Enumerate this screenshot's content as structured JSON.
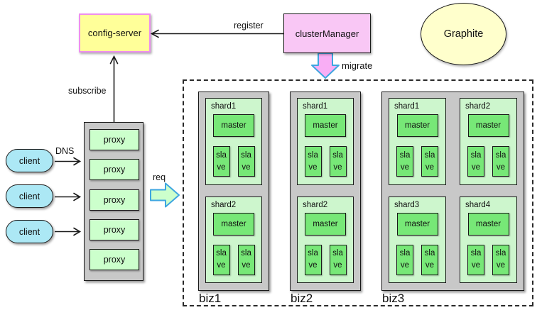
{
  "nodes": {
    "config_server": "config-server",
    "cluster_manager": "clusterManager",
    "graphite": "Graphite"
  },
  "edge_labels": {
    "register": "register",
    "subscribe": "subscribe",
    "migrate": "migrate",
    "dns": "DNS",
    "req": "req"
  },
  "clients": [
    {
      "label": "client"
    },
    {
      "label": "client"
    },
    {
      "label": "client"
    }
  ],
  "proxy_stack": {
    "items": [
      {
        "label": "proxy"
      },
      {
        "label": "proxy"
      },
      {
        "label": "proxy"
      },
      {
        "label": "proxy"
      },
      {
        "label": "proxy"
      }
    ]
  },
  "clusters": [
    {
      "name": "biz1",
      "shards": [
        {
          "name": "shard1",
          "master": "master",
          "slaves": [
            "slave",
            "slave"
          ]
        },
        {
          "name": "shard2",
          "master": "master",
          "slaves": [
            "slave",
            "slave"
          ]
        }
      ]
    },
    {
      "name": "biz2",
      "shards": [
        {
          "name": "shard1",
          "master": "master",
          "slaves": [
            "slave",
            "slave"
          ]
        },
        {
          "name": "shard2",
          "master": "master",
          "slaves": [
            "slave",
            "slave"
          ]
        }
      ]
    },
    {
      "name": "biz3",
      "shards": [
        {
          "name": "shard1",
          "master": "master",
          "slaves": [
            "slave",
            "slave"
          ]
        },
        {
          "name": "shard2",
          "master": "master",
          "slaves": [
            "slave",
            "slave"
          ]
        },
        {
          "name": "shard3",
          "master": "master",
          "slaves": [
            "slave",
            "slave"
          ]
        },
        {
          "name": "shard4",
          "master": "master",
          "slaves": [
            "slave",
            "slave"
          ]
        }
      ]
    }
  ],
  "colors": {
    "config_server_fill": "#ffff99",
    "config_server_border": "#ee8fee",
    "cluster_manager_fill": "#f9c7f5",
    "graphite_fill": "#ffffcc",
    "client_fill": "#ace8f5",
    "container_fill": "#c8c8c8",
    "proxy_fill": "#ccffcc",
    "shard_fill": "#cdf6cd",
    "master_slave_fill": "#77e877",
    "block_arrow_border": "#3ea6e0",
    "migrate_arrow_fill": "#f9aef5",
    "req_arrow_fill": "#ccffcc",
    "line_color": "#1a1a1a"
  }
}
